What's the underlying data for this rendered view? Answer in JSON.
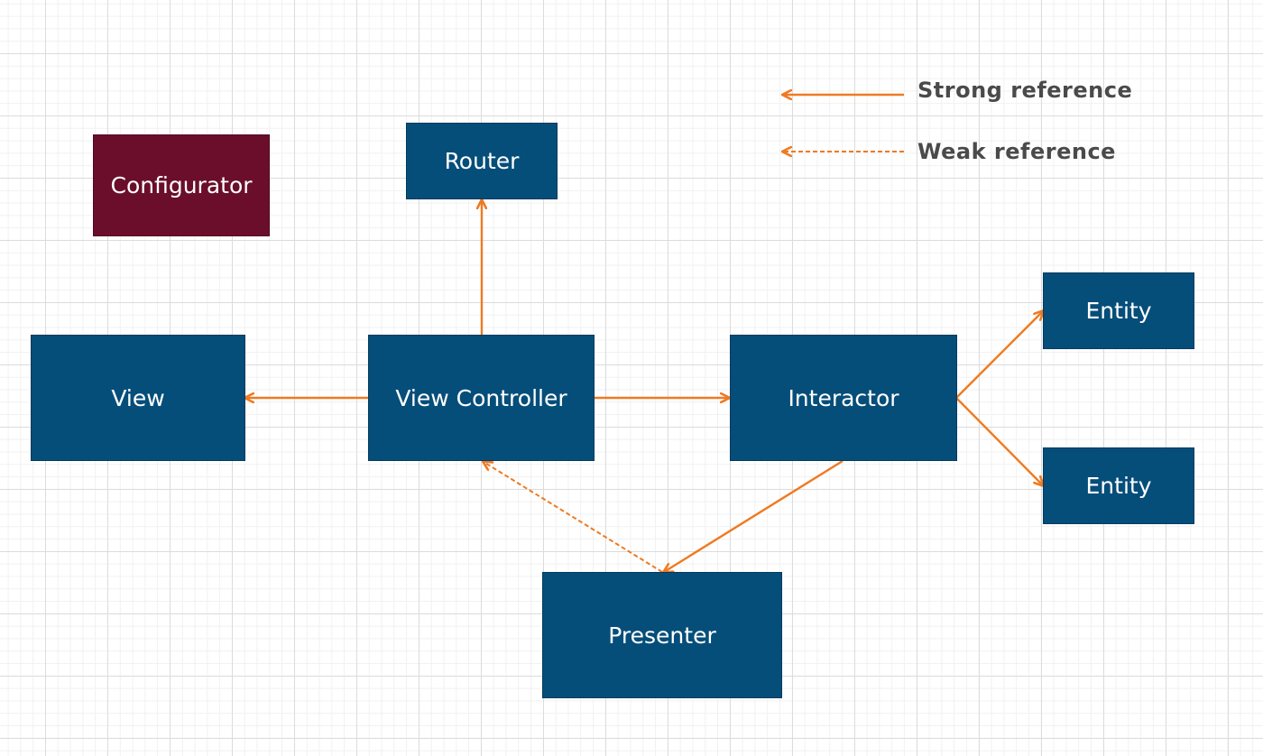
{
  "colors": {
    "node_fill": "#064e7a",
    "configurator_fill": "#6a0e2c",
    "arrow": "#ef7a22",
    "text": "#ffffff",
    "legend_text": "#4a4a4a"
  },
  "legend": {
    "strong": "Strong reference",
    "weak": "Weak reference"
  },
  "nodes": {
    "configurator": "Configurator",
    "router": "Router",
    "view": "View",
    "view_controller": "View Controller",
    "interactor": "Interactor",
    "entity_top": "Entity",
    "entity_bottom": "Entity",
    "presenter": "Presenter"
  },
  "edges": [
    {
      "from": "view_controller",
      "to": "router",
      "type": "strong"
    },
    {
      "from": "view_controller",
      "to": "view",
      "type": "strong"
    },
    {
      "from": "view_controller",
      "to": "interactor",
      "type": "strong"
    },
    {
      "from": "interactor",
      "to": "entity_top",
      "type": "strong"
    },
    {
      "from": "interactor",
      "to": "entity_bottom",
      "type": "strong"
    },
    {
      "from": "interactor",
      "to": "presenter",
      "type": "strong"
    },
    {
      "from": "presenter",
      "to": "view_controller",
      "type": "weak"
    }
  ]
}
